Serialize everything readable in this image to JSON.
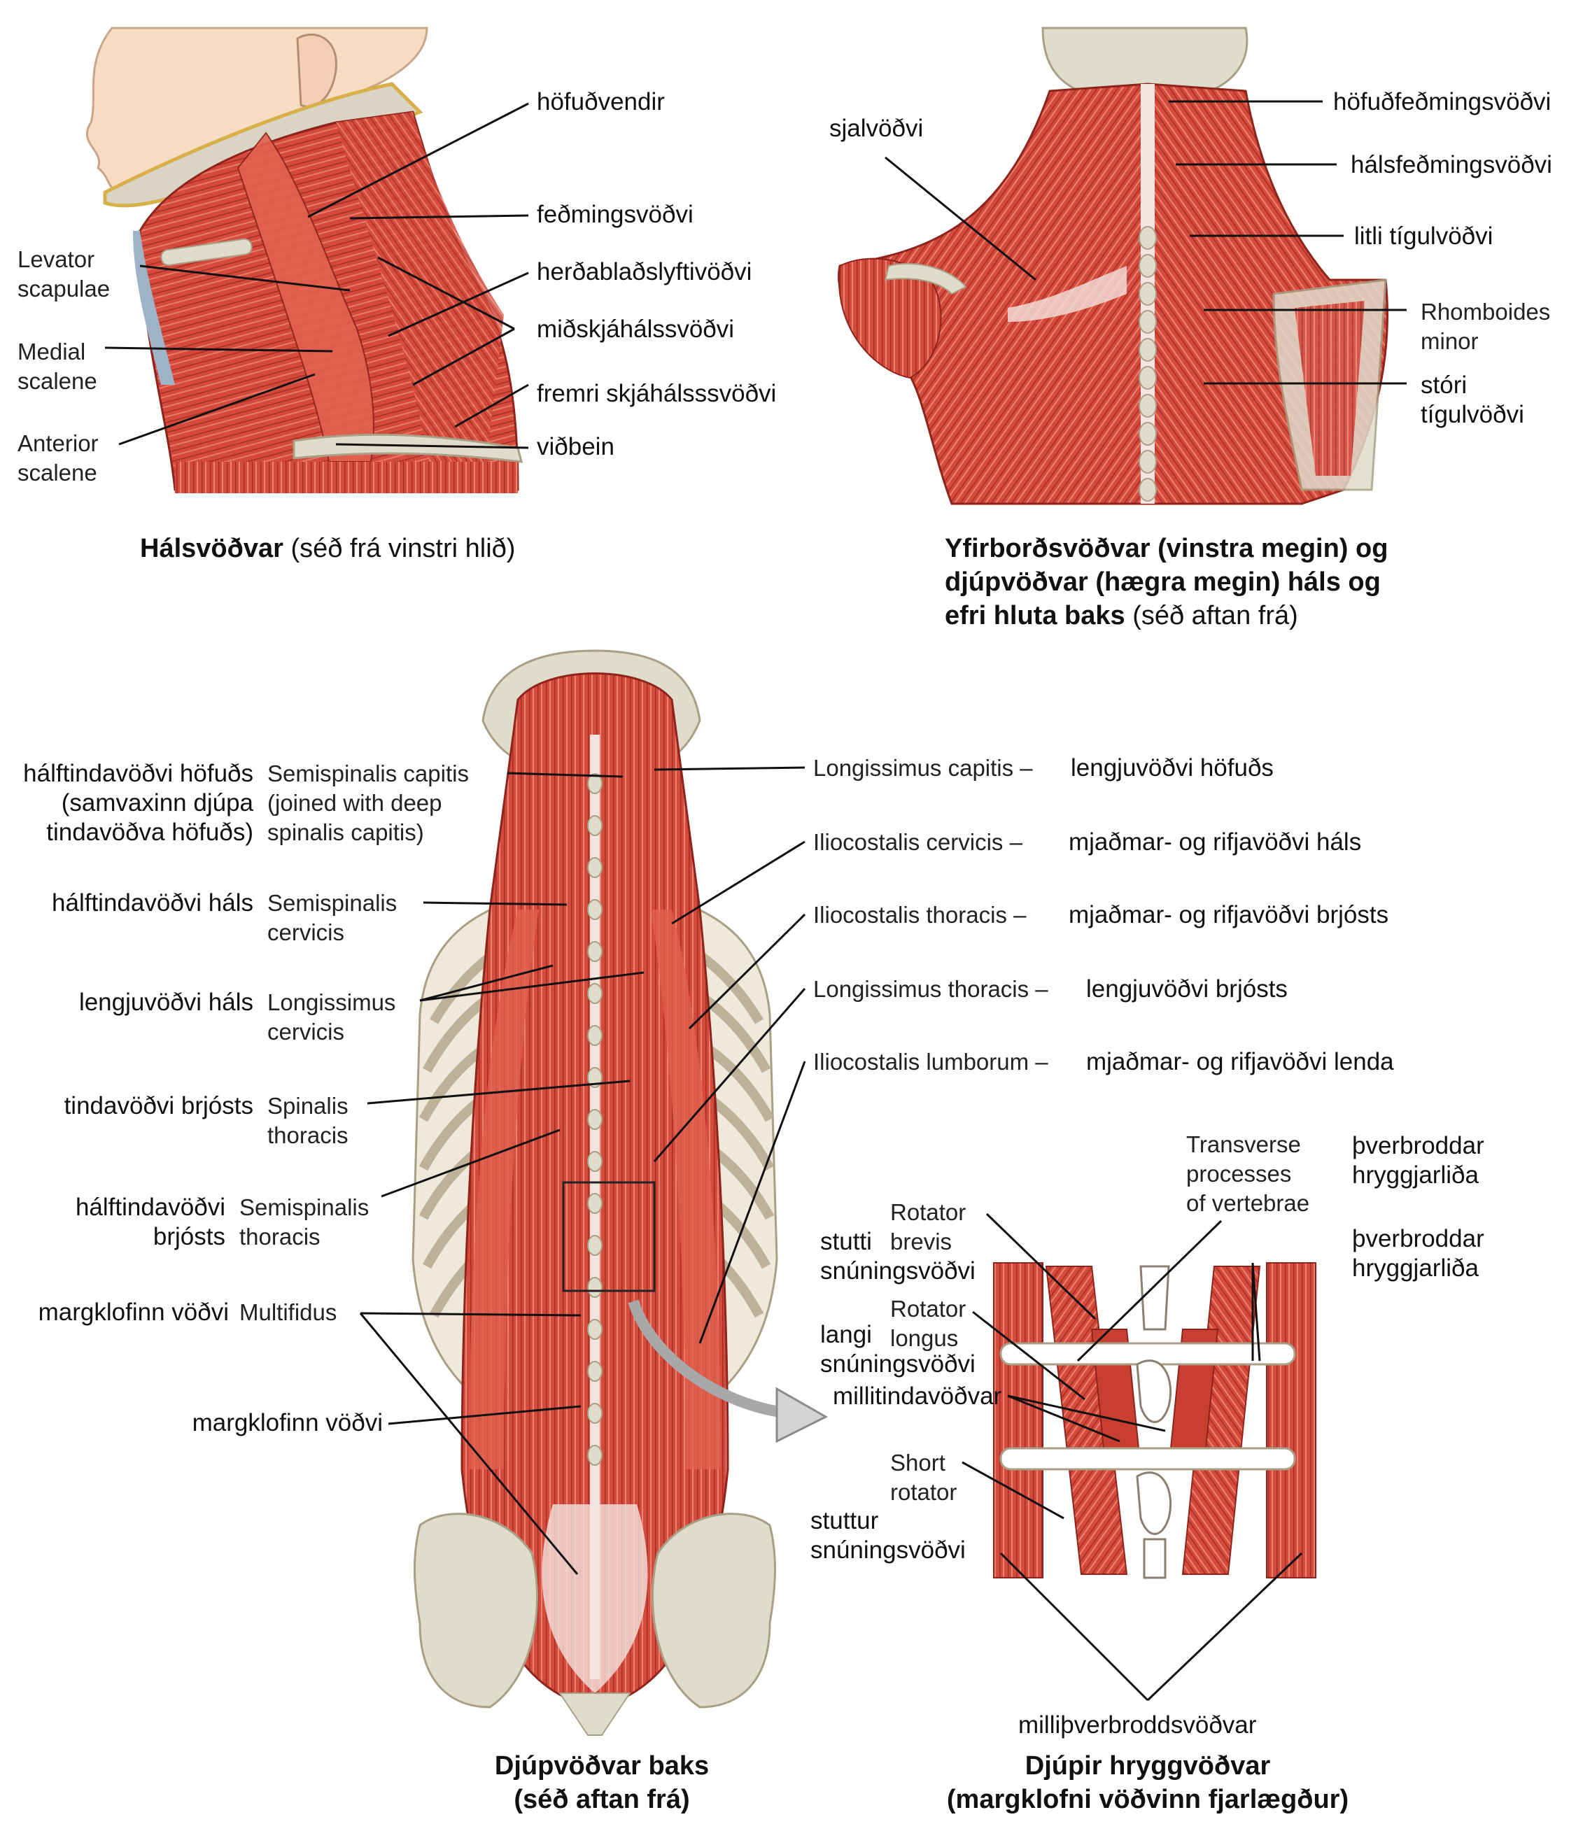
{
  "neck": {
    "caption_bold": "Hálsvöðvar",
    "caption_rest": "(séð frá vinstri hlið)",
    "hofudvendir": "höfuðvendir",
    "fedmingsvodvi": "feðmingsvöðvi",
    "herdablad": "herðablaðslyftivöðvi",
    "midskja": "miðskjáhálssvöðvi",
    "fremri": "fremri skjáhálsssvöðvi",
    "vidbein": "viðbein",
    "levator_1": "Levator",
    "levator_2": "scapulae",
    "medial_1": "Medial",
    "medial_2": "scalene",
    "anterior_1": "Anterior",
    "anterior_2": "scalene"
  },
  "back_upper": {
    "caption_line1_bold": "Yfirborðsvöðvar (vinstra megin) og",
    "caption_line2_bold": "djúpvöðvar (hægra megin) háls og",
    "caption_line3_bold": "efri hluta baks",
    "caption_line3_rest": "(séð aftan frá)",
    "sjalvodvi": "sjalvöðvi",
    "hofudfedmings": "höfuðfeðmingsvöðvi",
    "halsfedmings": "hálsfeðmingsvöðvi",
    "litli": "litli tígulvöðvi",
    "rhomboides_1": "Rhomboides",
    "rhomboides_2": "minor",
    "stori_1": "stóri",
    "stori_2": "tígulvöðvi"
  },
  "deep_back": {
    "caption_line1": "Djúpvöðvar baks",
    "caption_line2": "(séð aftan frá)",
    "left_is": [
      "hálftindavöðvi höfuðs",
      "(samvaxinn djúpa",
      "tindavöðva höfuðs)",
      "hálftindavöðvi háls",
      "lengjuvöðvi háls",
      "tindavöðvi brjósts",
      "hálftindavöðvi",
      "brjósts",
      "margklofinn vöðvi",
      "margklofinn vöðvi"
    ],
    "left_en": [
      "Semispinalis capitis",
      "(joined with deep",
      "spinalis capitis)",
      "Semispinalis",
      "cervicis",
      "Longissimus",
      "cervicis",
      "Spinalis",
      "thoracis",
      "Semispinalis",
      "thoracis",
      "Multifidus"
    ],
    "right_en": [
      "Longissimus capitis –",
      "Iliocostalis cervicis –",
      "Iliocostalis thoracis –",
      "Longissimus thoracis –",
      "Iliocostalis lumborum –"
    ],
    "right_is": [
      "lengjuvöðvi höfuðs",
      "mjaðmar- og rifjavöðvi háls",
      "mjaðmar- og rifjavöðvi brjósts",
      "lengjuvöðvi brjósts",
      "mjaðmar- og rifjavöðvi lenda"
    ]
  },
  "spine_detail": {
    "caption_line1": "Djúpir hryggvöðvar",
    "caption_line2": "(margklofni vöðvinn fjarlægður)",
    "transverse_1": "Transverse",
    "transverse_2": "processes",
    "transverse_3": "of vertebrae",
    "thverbroddar_1a": "þverbroddar",
    "thverbroddar_1b": "hryggjarliða",
    "thverbroddar_2a": "þverbroddar",
    "thverbroddar_2b": "hryggjarliða",
    "rot_brevis_1": "Rotator",
    "rot_brevis_2": "brevis",
    "stutti_1": "stutti",
    "stutti_2": "snúningsvöðvi",
    "rot_longus_1": "Rotator",
    "rot_longus_2": "longus",
    "langi_1": "langi",
    "langi_2": "snúningsvöðvi",
    "millitinda": "millitindavöðvar",
    "short_rot_1": "Short",
    "short_rot_2": "rotator",
    "stuttur_1": "stuttur",
    "stuttur_2": "snúningsvöðvi",
    "millithver": "milliþverbroddsvöðvar"
  },
  "colors": {
    "muscle": "#d2483c",
    "muscle_light": "#e8786a",
    "muscle_dark": "#9e2a22",
    "bone": "#e0dccc",
    "skin": "#f7dcc4",
    "tendon": "#f3e4df",
    "leader": "#111111"
  }
}
